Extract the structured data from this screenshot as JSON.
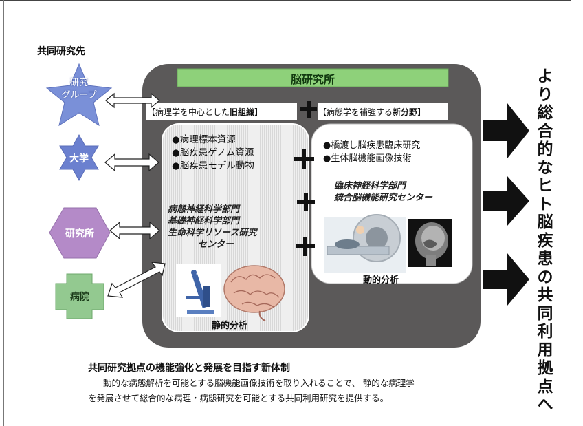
{
  "partners_heading": "共同研究先",
  "partners": [
    {
      "label": "研究\nグループ",
      "shape": "star",
      "color": "#7a90d8"
    },
    {
      "label": "大学",
      "shape": "star6",
      "color": "#6b80cf"
    },
    {
      "label": "研究所",
      "shape": "hexagon",
      "color": "#b48ac8"
    },
    {
      "label": "病院",
      "shape": "cross",
      "color": "#93c990"
    }
  ],
  "institute_title": "脳研究所",
  "old_org_label": {
    "prefix": "【病理学を中心とした",
    "emph": "旧組織",
    "suffix": "】"
  },
  "new_field_label": {
    "prefix": "【病態学を補強する",
    "emph": "新分野",
    "suffix": "】"
  },
  "old_resources": [
    "●病理標本資源",
    "●脳疾患ゲノム資源",
    "●脳疾患モデル動物"
  ],
  "old_departments": [
    "病態神経科学部門",
    "基礎神経科学部門",
    "生命科学リソース研究",
    "センター"
  ],
  "static_label": "静的分析",
  "new_resources": [
    "●橋渡し脳疾患臨床研究",
    "●生体脳機能画像技術"
  ],
  "new_departments": [
    "臨床神経科学部門",
    "統合脳機能研究センター"
  ],
  "dynamic_label": "動的分析",
  "plus_sign": "+",
  "outcome_vertical": "より総合的なヒト脳疾患の共同利用拠点へ",
  "caption_title": "共同研究拠点の機能強化と発展を目指す新体制",
  "caption_lines": [
    "動的な病態解析を可能とする脳機能画像技術を取り入れることで、 静的な病理学",
    "を発展させて総合的な病理・病態研究を可能とする共同利用研究を提供する。"
  ],
  "colors": {
    "institute_bg": "#5b5959",
    "title_bar": "#8ed17a",
    "panel_bg": "#e8e8e8",
    "arrow": "#111111"
  }
}
